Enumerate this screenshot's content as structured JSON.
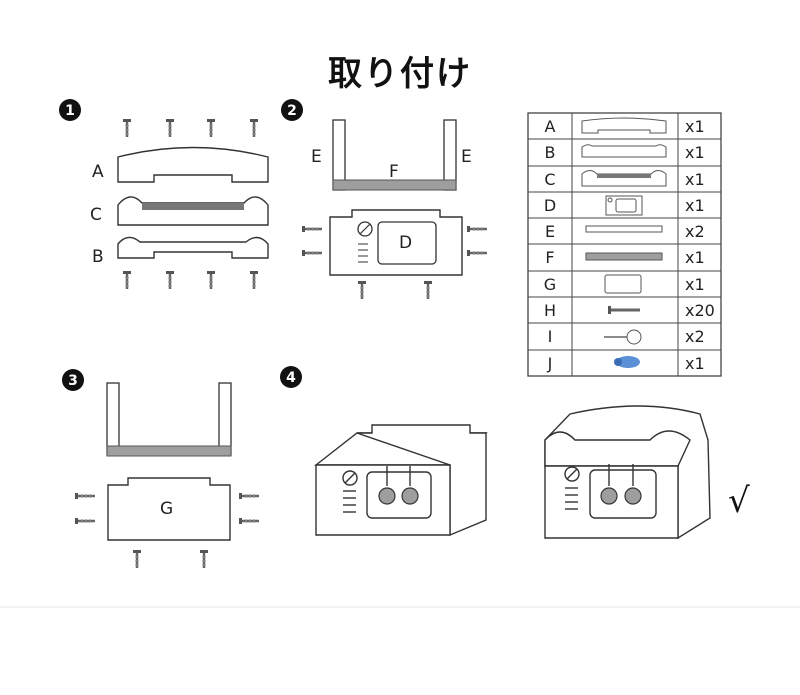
{
  "title": "取り付け",
  "steps": [
    {
      "number": "1",
      "labels": [
        "A",
        "C",
        "B"
      ]
    },
    {
      "number": "2",
      "labels": [
        "E",
        "F",
        "E",
        "D"
      ]
    },
    {
      "number": "3",
      "labels": [
        "G"
      ]
    },
    {
      "number": "4",
      "labels": []
    }
  ],
  "parts_table": [
    {
      "letter": "A",
      "qty": "x1"
    },
    {
      "letter": "B",
      "qty": "x1"
    },
    {
      "letter": "C",
      "qty": "x1"
    },
    {
      "letter": "D",
      "qty": "x1"
    },
    {
      "letter": "E",
      "qty": "x2"
    },
    {
      "letter": "F",
      "qty": "x1"
    },
    {
      "letter": "G",
      "qty": "x1"
    },
    {
      "letter": "H",
      "qty": "x20"
    },
    {
      "letter": "I",
      "qty": "x2"
    },
    {
      "letter": "J",
      "qty": "x1"
    }
  ],
  "check_mark": "√",
  "colors": {
    "line": "#333333",
    "panel": "#9e9e9e",
    "tool": "#5b8fd6"
  }
}
